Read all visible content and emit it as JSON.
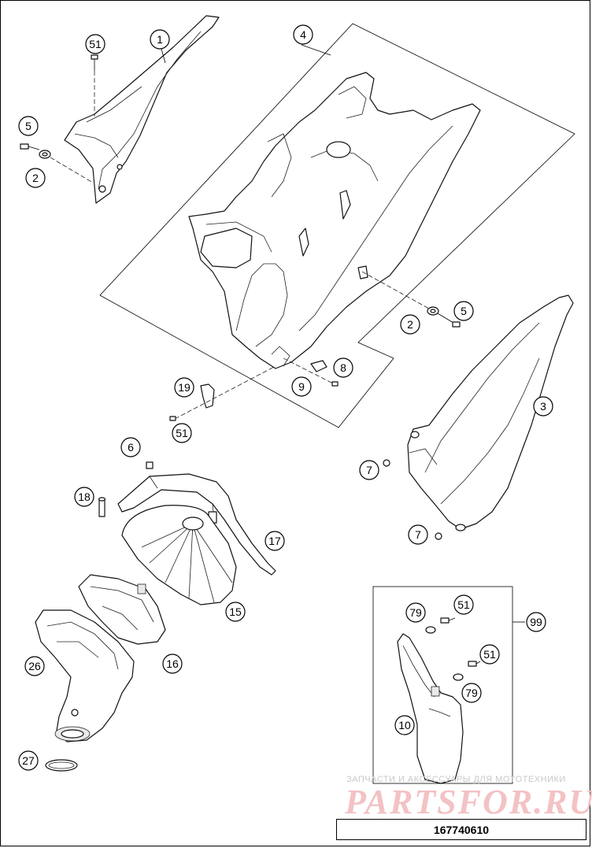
{
  "diagram": {
    "drawing_number": "167740610",
    "watermark_caption": "ЗАПЧАСТИ И АКСЕССУАРЫ ДЛЯ МОТОТЕХНИКИ",
    "watermark_logo": "PARTSFOR.RU",
    "callouts": {
      "c1": "1",
      "c51a": "51",
      "c5a": "5",
      "c2a": "2",
      "c4": "4",
      "c5b": "5",
      "c2b": "2",
      "c8": "8",
      "c9": "9",
      "c19": "19",
      "c51b": "51",
      "c3": "3",
      "c7a": "7",
      "c7b": "7",
      "c6": "6",
      "c18": "18",
      "c17": "17",
      "c15": "15",
      "c16": "16",
      "c26": "26",
      "c27": "27",
      "c99": "99",
      "c79a": "79",
      "c51c": "51",
      "c51d": "51",
      "c79b": "79",
      "c10": "10"
    }
  }
}
